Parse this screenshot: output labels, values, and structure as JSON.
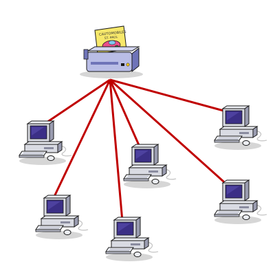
{
  "diagram": {
    "type": "star-network",
    "link_color": "#c00000",
    "printer_paper_text_line1": "CAUTOMOBILES",
    "printer_paper_text_line2": "ST. PAUL",
    "hub": {
      "id": "printer",
      "icon": "printer-icon"
    },
    "nodes": [
      {
        "id": "computer-1",
        "icon": "computer-icon"
      },
      {
        "id": "computer-2",
        "icon": "computer-icon"
      },
      {
        "id": "computer-3",
        "icon": "computer-icon"
      },
      {
        "id": "computer-4",
        "icon": "computer-icon"
      },
      {
        "id": "computer-5",
        "icon": "computer-icon"
      },
      {
        "id": "computer-6",
        "icon": "computer-icon"
      }
    ],
    "colors": {
      "monitor_body": "#d9dbe3",
      "monitor_shade": "#9a9cb0",
      "screen": "#3b2f86",
      "printer_body": "#b9bde6",
      "printer_shade": "#6f74b8",
      "paper": "#f7e86a",
      "outline": "#1a1a1a",
      "shadow": "#d6d6d6"
    }
  }
}
